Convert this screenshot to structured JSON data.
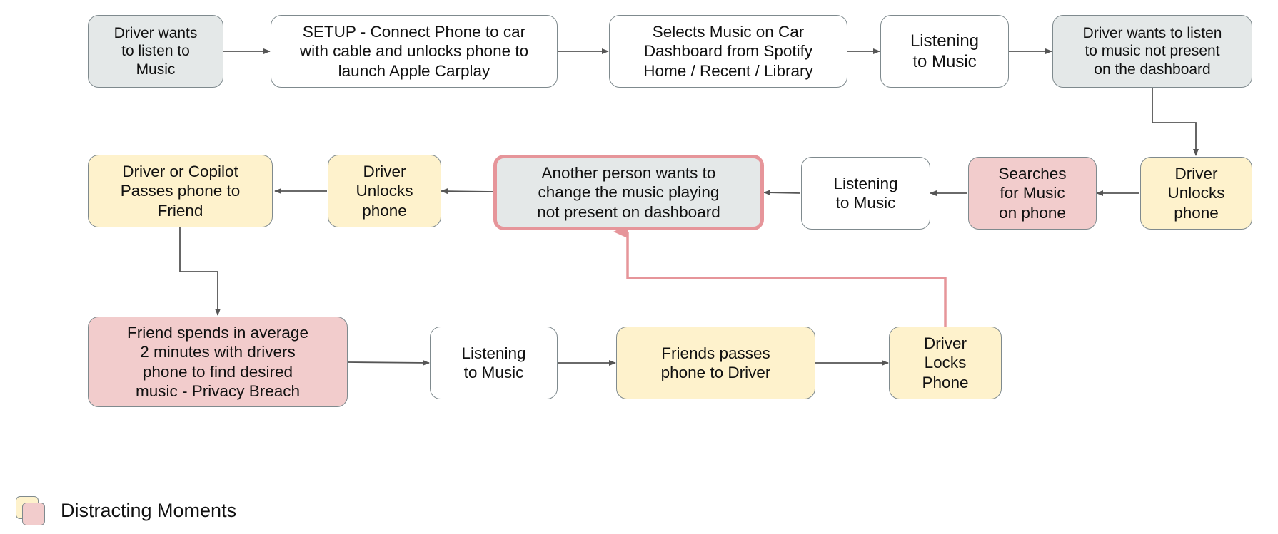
{
  "diagram": {
    "nodes": {
      "n1": "Driver wants\nto listen to\nMusic",
      "n2": "SETUP - Connect Phone to car\nwith cable and unlocks phone to\nlaunch Apple Carplay",
      "n3": "Selects Music on Car\nDashboard from Spotify\nHome / Recent / Library",
      "n4": "Listening\nto Music",
      "n5": "Driver wants to listen\nto music not present\non the dashboard",
      "n6": "Driver\nUnlocks\nphone",
      "n7": "Searches\nfor Music\non phone",
      "n8": "Listening\nto Music",
      "n9": "Another person wants to\nchange the music playing\nnot present on dashboard",
      "n10": "Driver\nUnlocks\nphone",
      "n11": "Driver or Copilot\nPasses phone to\nFriend",
      "n12": "Friend spends in average\n2 minutes with drivers\nphone to find desired\nmusic - Privacy Breach",
      "n13": "Listening\nto Music",
      "n14": "Friends passes\nphone to Driver",
      "n15": "Driver\nLocks\nPhone"
    },
    "colors": {
      "grey_fill": "#e4e8e8",
      "yellow_fill": "#fef2cc",
      "pink_fill": "#f2cccc",
      "highlight_border": "#e6959a",
      "arrow": "#555555",
      "node_border": "#7f8a8e"
    }
  },
  "legend": {
    "label": "Distracting Moments"
  }
}
